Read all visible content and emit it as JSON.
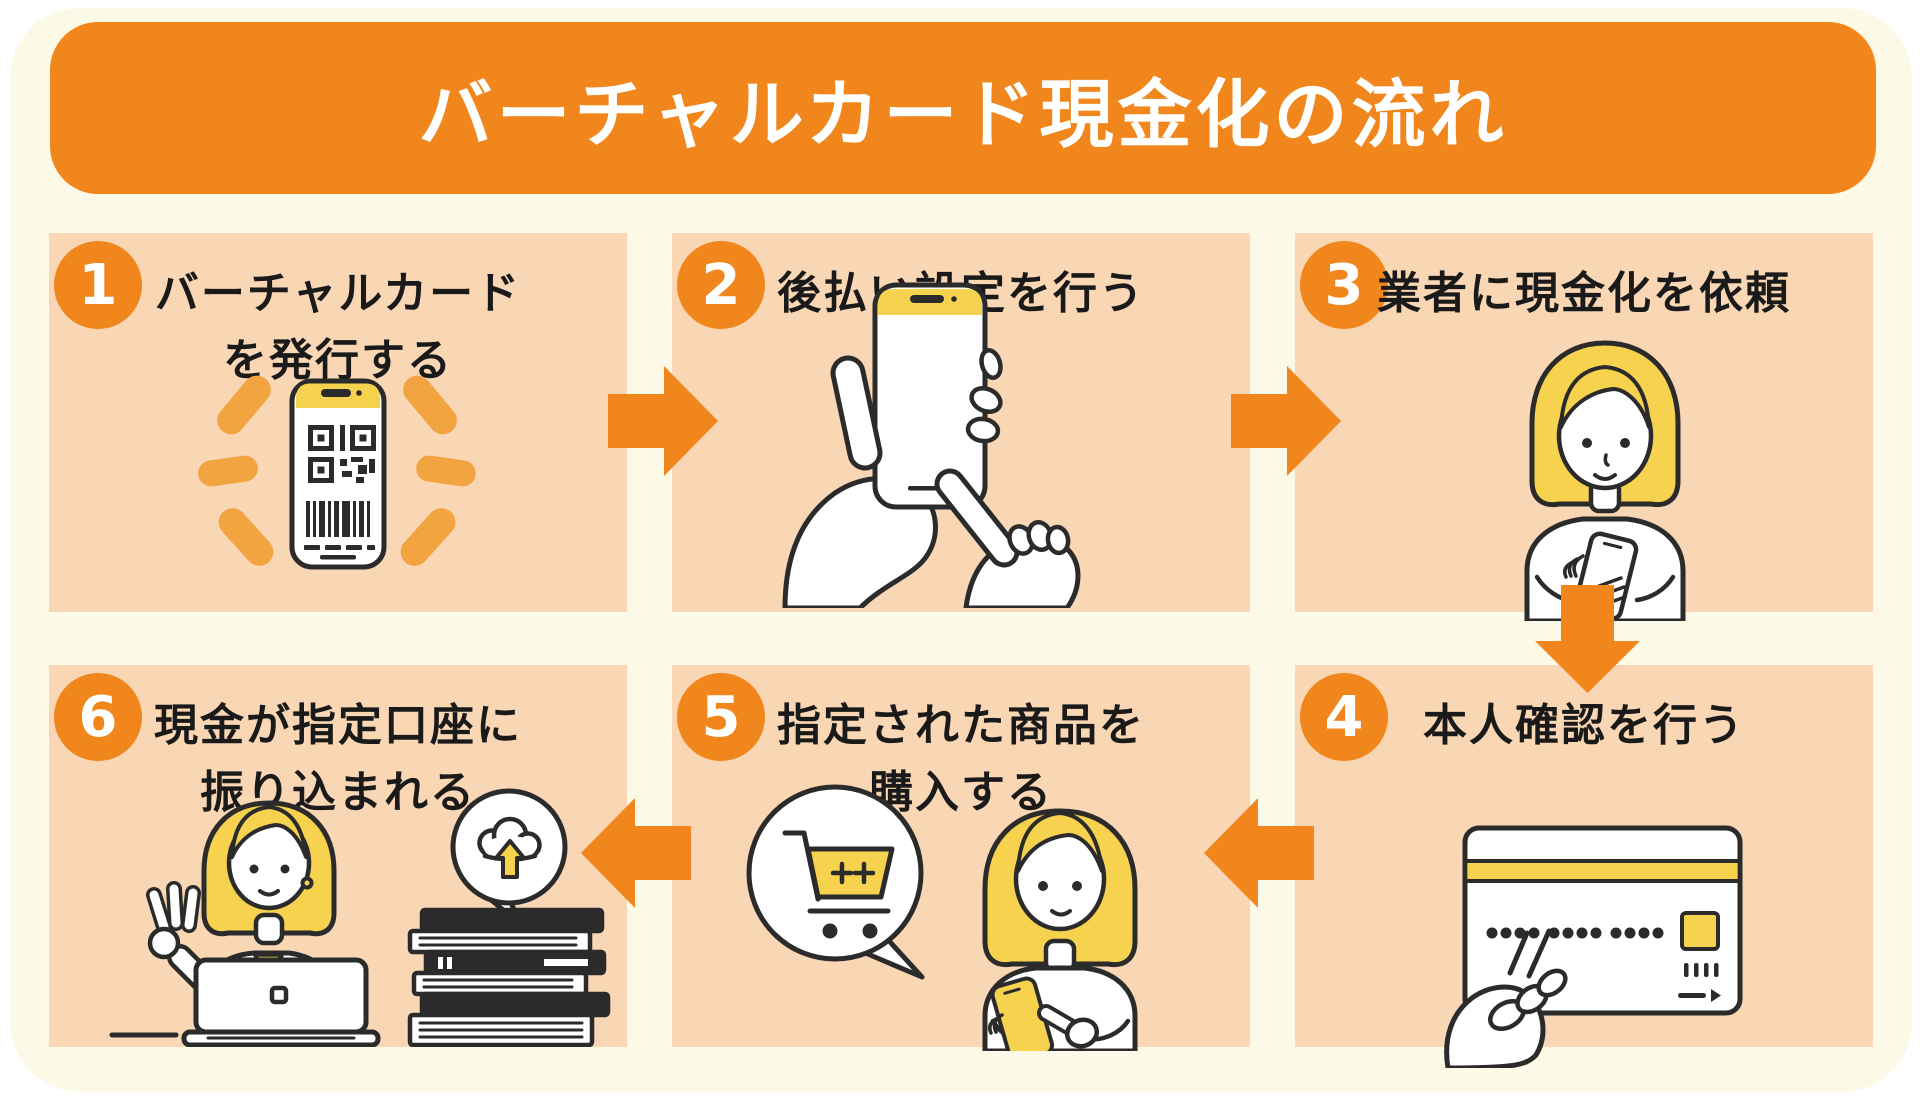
{
  "title": "バーチャルカード現金化の流れ",
  "colors": {
    "orange": "#F0861C",
    "peach": "#F9D6B4",
    "cream": "#FCF9E6",
    "yellow": "#F6D24E",
    "ray": "#F2A440",
    "ink": "#2B2B2B",
    "text": "#1A1A1A"
  },
  "steps": [
    {
      "number": "1",
      "label_lines": [
        "バーチャルカード",
        "を発行する"
      ],
      "illustration": "smartphone-qr-barcode-icon"
    },
    {
      "number": "2",
      "label_lines": [
        "後払い設定を行う"
      ],
      "illustration": "hand-tapping-smartphone-icon"
    },
    {
      "number": "3",
      "label_lines": [
        "業者に現金化を依頼"
      ],
      "illustration": "woman-using-smartphone-icon"
    },
    {
      "number": "4",
      "label_lines": [
        "本人確認を行う"
      ],
      "illustration": "hand-holding-credit-card-icon"
    },
    {
      "number": "5",
      "label_lines": [
        "指定された商品を",
        "購入する"
      ],
      "illustration": "woman-shopping-cart-bubble-icon"
    },
    {
      "number": "6",
      "label_lines": [
        "現金が指定口座に",
        "振り込まれる"
      ],
      "illustration": "woman-laptop-transfer-icon"
    }
  ]
}
